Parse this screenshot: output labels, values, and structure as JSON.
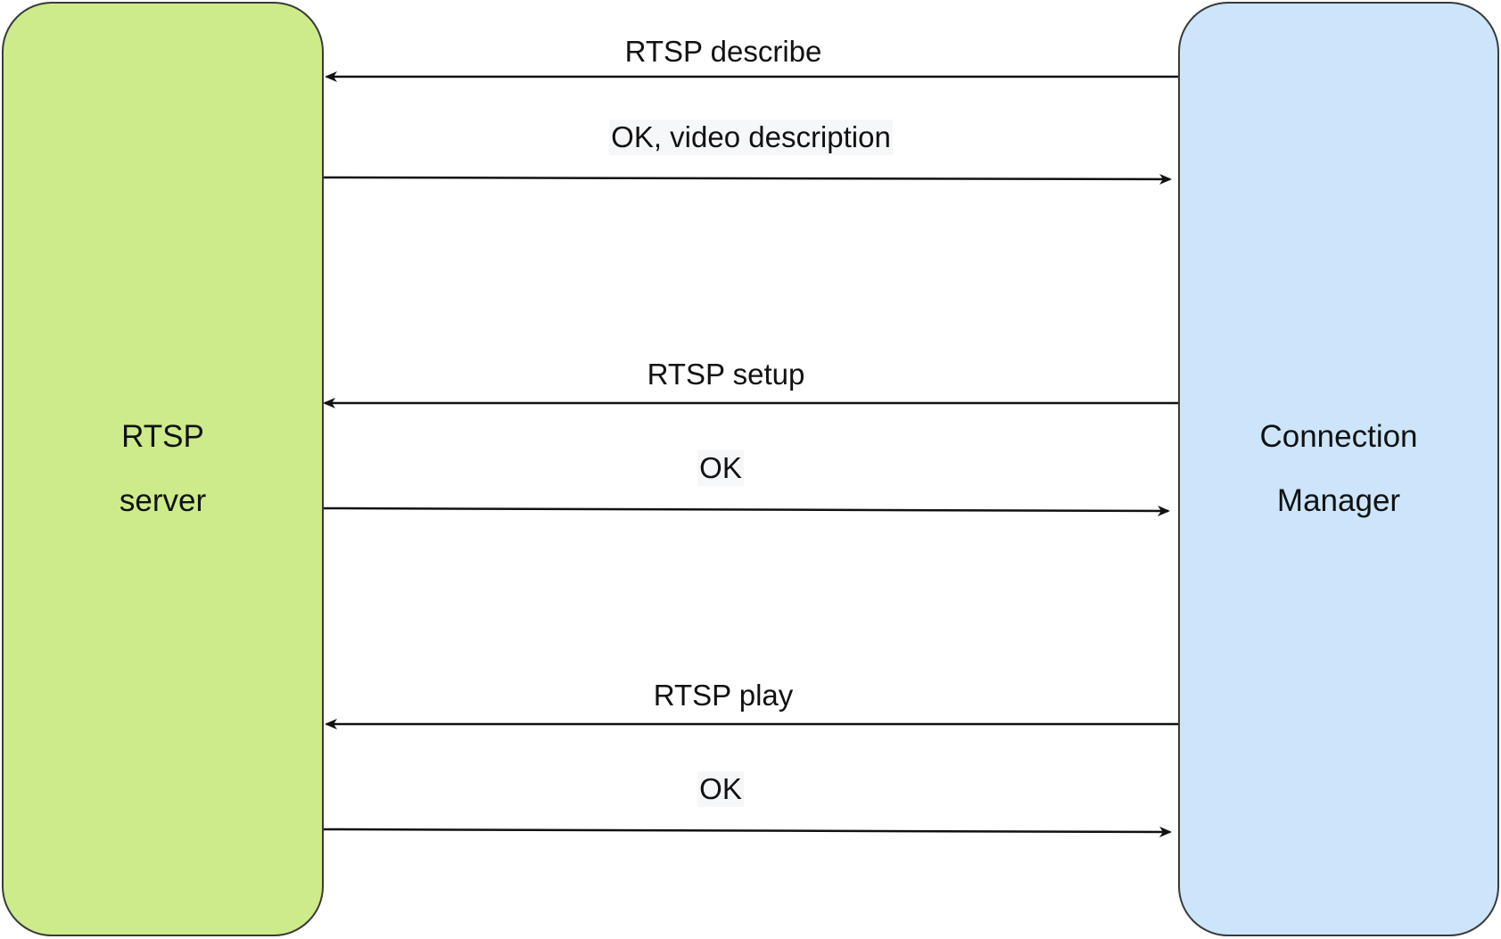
{
  "participants": {
    "server": {
      "line1": "RTSP",
      "line2": "server",
      "fill": "#cdeb8b"
    },
    "manager": {
      "line1": "Connection",
      "line2": "Manager",
      "fill": "#cce5fb"
    }
  },
  "messages": [
    {
      "label": "RTSP describe",
      "direction": "manager-to-server"
    },
    {
      "label": "OK, video description",
      "direction": "server-to-manager"
    },
    {
      "label": "RTSP setup",
      "direction": "manager-to-server"
    },
    {
      "label": "OK",
      "direction": "server-to-manager"
    },
    {
      "label": "RTSP play",
      "direction": "manager-to-server"
    },
    {
      "label": "OK",
      "direction": "server-to-manager"
    }
  ],
  "colors": {
    "stroke": "#3a3a3a",
    "arrow": "#111111",
    "label_shade": "#f6f7f9"
  }
}
